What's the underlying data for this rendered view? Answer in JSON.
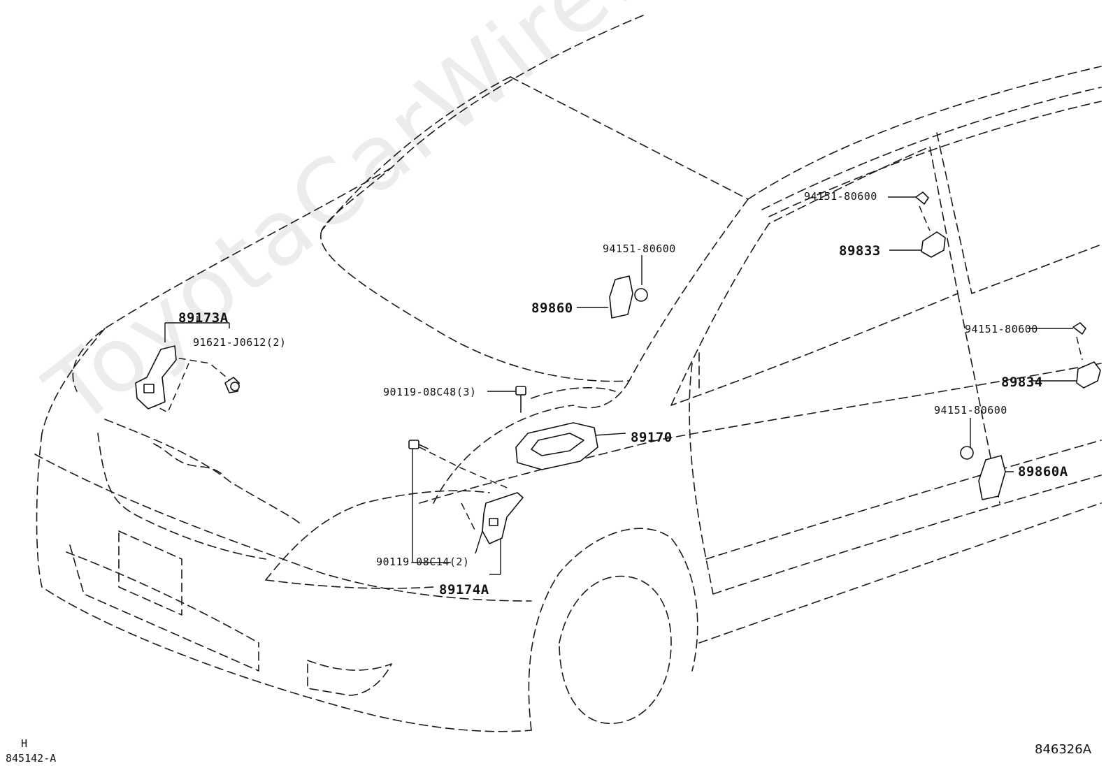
{
  "watermark": "ToyotaCarWire.ru",
  "labels": {
    "p89173A": "89173A",
    "p91621": "91621-J0612(2)",
    "p90119_48": "90119-08C48(3)",
    "p90119_14": "90119-08C14(2)",
    "p89174A": "89174A",
    "p89170": "89170",
    "p94151_center": "94151-80600",
    "p89860": "89860",
    "p94151_top": "94151-80600",
    "p89833": "89833",
    "p94151_mid": "94151-80600",
    "p89834": "89834",
    "p94151_low": "94151-80600",
    "p89860A": "89860A"
  },
  "footer": {
    "h": "H",
    "left_code": "845142-A",
    "right_code": "846326A"
  }
}
